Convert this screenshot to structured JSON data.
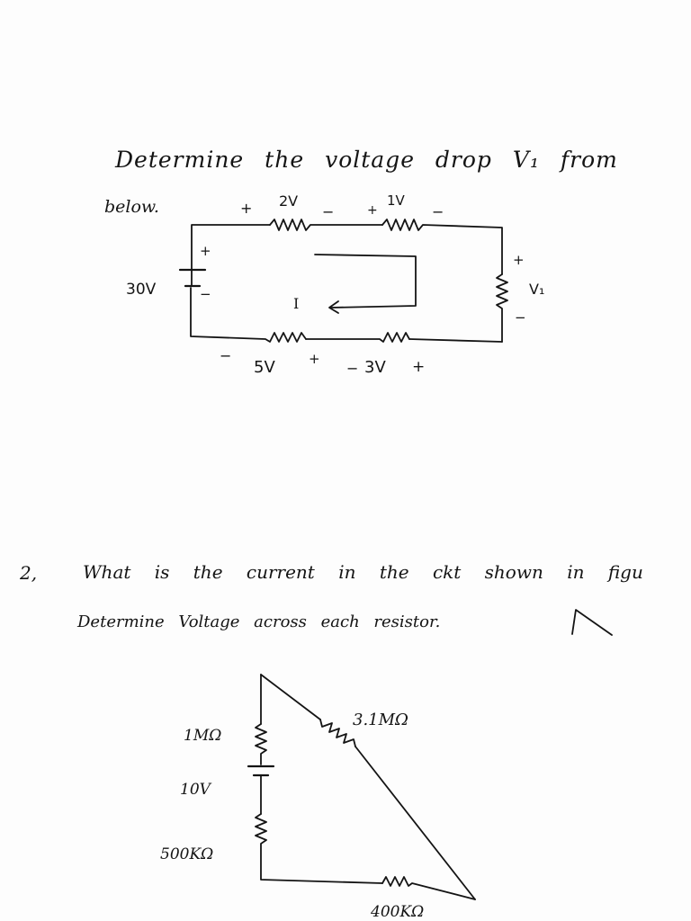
{
  "problem1": {
    "line1": "Determine the voltage drop V₁ from",
    "line2": "below.",
    "labels": {
      "r1_voltage": "2V",
      "r2_voltage": "1V",
      "source": "30V",
      "current": "I",
      "v1": "V₁",
      "r4_voltage": "5V",
      "r3_voltage": "3V",
      "plus": "+",
      "minus": "−"
    }
  },
  "problem2": {
    "number": "2,",
    "line1": "What is the current in the ckt shown in figu",
    "line2": "Determine Voltage across each resistor.",
    "labels": {
      "r_top": "1MΩ",
      "r_diag": "3.1MΩ",
      "battery": "10V",
      "r_bottom_left": "500KΩ",
      "r_bottom": "400KΩ"
    }
  }
}
